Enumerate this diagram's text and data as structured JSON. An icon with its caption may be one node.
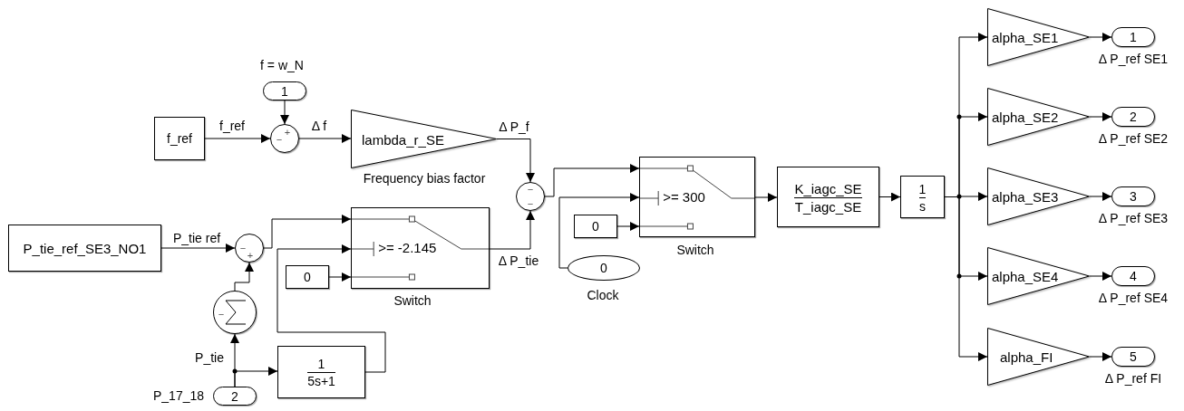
{
  "diagram": {
    "nodes": [
      {
        "text": [
          "1"
        ],
        "beside": [
          "f = w_N"
        ]
      },
      {
        "text": [
          "f_ref"
        ]
      },
      {
        "text": [
          "+",
          "−"
        ]
      },
      {
        "text": [
          "lambda_r_SE"
        ],
        "beside": [
          "Frequency bias factor"
        ]
      },
      {
        "text": [
          "−",
          "−"
        ]
      },
      {
        "text": [
          "P_tie_ref_SE3_NO1"
        ]
      },
      {
        "text": [
          "−",
          "+"
        ]
      },
      {
        "text": [
          ">= -2.145"
        ],
        "beside": [
          "Switch"
        ]
      },
      {
        "text": [
          "0"
        ]
      },
      {
        "text": [
          "−"
        ]
      },
      {
        "text": [
          "1",
          "5s+1"
        ]
      },
      {
        "text": [
          "2"
        ],
        "beside": [
          "P_17_18"
        ]
      },
      {
        "text": [
          ">= 300"
        ],
        "beside": [
          "Switch"
        ]
      },
      {
        "text": [
          "0"
        ]
      },
      {
        "text": [
          "0"
        ],
        "beside": [
          "Clock"
        ]
      },
      {
        "text": [
          "K_iagc_SE",
          "T_iagc_SE"
        ]
      },
      {
        "text": [
          "1",
          "s"
        ]
      },
      {
        "text": [
          "alpha_SE1"
        ]
      },
      {
        "text": [
          "alpha_SE2"
        ]
      },
      {
        "text": [
          "alpha_SE3"
        ]
      },
      {
        "text": [
          "alpha_SE4"
        ]
      },
      {
        "text": [
          "alpha_FI"
        ]
      },
      {
        "text": [
          "1"
        ],
        "beside": [
          "Δ P_ref SE1"
        ]
      },
      {
        "text": [
          "2"
        ],
        "beside": [
          "Δ P_ref SE2"
        ]
      },
      {
        "text": [
          "3"
        ],
        "beside": [
          "Δ P_ref SE3"
        ]
      },
      {
        "text": [
          "4"
        ],
        "beside": [
          "Δ P_ref SE4"
        ]
      },
      {
        "text": [
          "5"
        ],
        "beside": [
          "Δ P_ref FI"
        ]
      }
    ],
    "edges": [
      {
        "from": 0,
        "to": 2,
        "arrow": "to"
      },
      {
        "from": 1,
        "to": 2,
        "arrow": "to",
        "label": "f_ref"
      },
      {
        "from": 2,
        "to": 3,
        "arrow": "to",
        "label": "Δ f"
      },
      {
        "from": 3,
        "to": 4,
        "arrow": "to",
        "label": "Δ P_f"
      },
      {
        "from": 5,
        "to": 6,
        "arrow": "to",
        "label": "P_tie ref"
      },
      {
        "from": 6,
        "to": 7,
        "arrow": "to"
      },
      {
        "from": 9,
        "to": 6,
        "arrow": "to"
      },
      {
        "from": 11,
        "to": 9,
        "arrow": "to",
        "label": "P_tie"
      },
      {
        "from": 11,
        "to": 10,
        "arrow": "to"
      },
      {
        "from": 10,
        "to": 7,
        "arrow": "to"
      },
      {
        "from": 8,
        "to": 7,
        "arrow": "to"
      },
      {
        "from": 7,
        "to": 4,
        "arrow": "to",
        "label": "Δ P_tie"
      },
      {
        "from": 4,
        "to": 12,
        "arrow": "to"
      },
      {
        "from": 14,
        "to": 12,
        "arrow": "to"
      },
      {
        "from": 13,
        "to": 12,
        "arrow": "to"
      },
      {
        "from": 12,
        "to": 15,
        "arrow": "to"
      },
      {
        "from": 15,
        "to": 16,
        "arrow": "to"
      },
      {
        "from": 16,
        "to": 17,
        "arrow": "to"
      },
      {
        "from": 16,
        "to": 18,
        "arrow": "to"
      },
      {
        "from": 16,
        "to": 19,
        "arrow": "to"
      },
      {
        "from": 16,
        "to": 20,
        "arrow": "to"
      },
      {
        "from": 16,
        "to": 21,
        "arrow": "to"
      },
      {
        "from": 17,
        "to": 22,
        "arrow": "to"
      },
      {
        "from": 18,
        "to": 23,
        "arrow": "to"
      },
      {
        "from": 19,
        "to": 24,
        "arrow": "to"
      },
      {
        "from": 20,
        "to": 25,
        "arrow": "to"
      },
      {
        "from": 21,
        "to": 26,
        "arrow": "to"
      }
    ]
  }
}
